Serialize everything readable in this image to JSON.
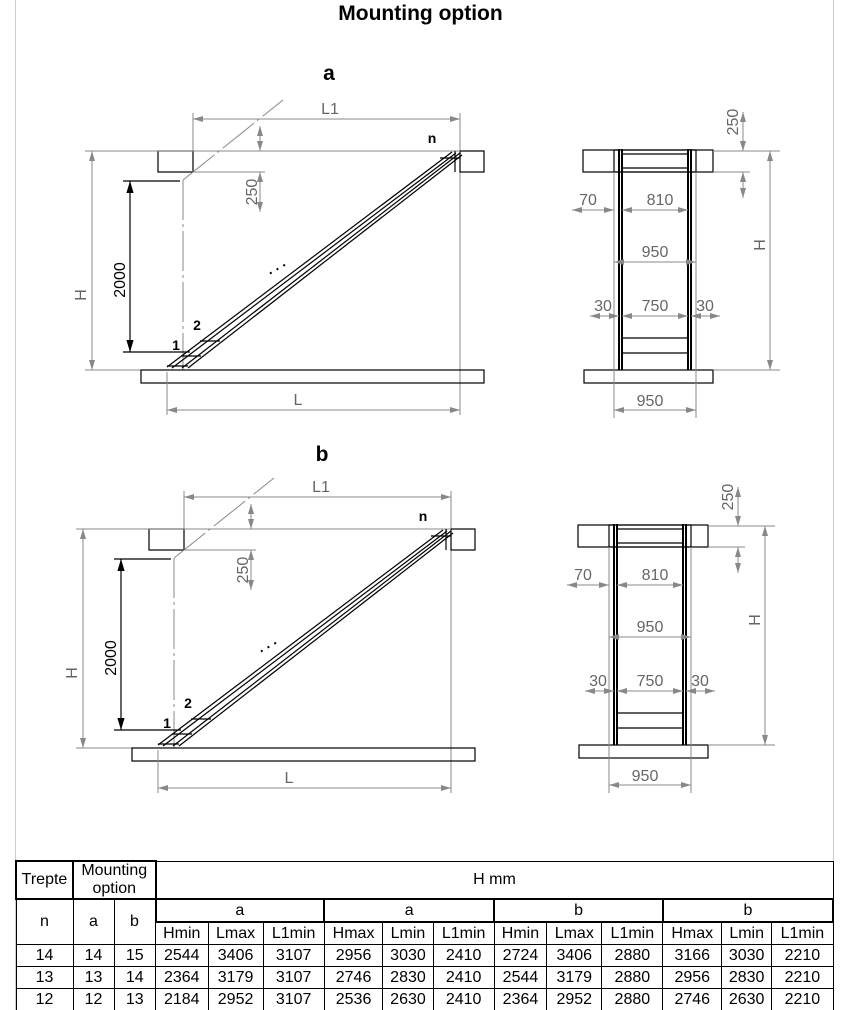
{
  "title": "Mounting option",
  "views": [
    {
      "label": "a",
      "L1": "L1",
      "L": "L",
      "H": "H",
      "d250": "250",
      "d2000": "2000",
      "step1": "1",
      "step2": "2",
      "stepn": "n",
      "dots": ". . .",
      "front": {
        "d250": "250",
        "H": "H",
        "d70": "70",
        "d810": "810",
        "d950": "950",
        "d30a": "30",
        "d750": "750",
        "d30b": "30",
        "d950b": "950"
      }
    },
    {
      "label": "b",
      "L1": "L1",
      "L": "L",
      "H": "H",
      "d250": "250",
      "d2000": "2000",
      "step1": "1",
      "step2": "2",
      "stepn": "n",
      "dots": ". . .",
      "front": {
        "d250": "250",
        "H": "H",
        "d70": "70",
        "d810": "810",
        "d950": "950",
        "d30a": "30",
        "d750": "750",
        "d30b": "30",
        "d950b": "950"
      }
    }
  ],
  "table": {
    "h_trepte": "Trepte",
    "h_mounting": "Mounting option",
    "h_hmm": "H mm",
    "h_n": "n",
    "h_a": "a",
    "h_b": "b",
    "groups": [
      "a",
      "a",
      "b",
      "b"
    ],
    "cols": [
      "Hmin",
      "Lmax",
      "L1min",
      "Hmax",
      "Lmin",
      "L1min",
      "Hmin",
      "Lmax",
      "L1min",
      "Hmax",
      "Lmin",
      "L1min"
    ],
    "rows": [
      [
        "14",
        "14",
        "15",
        "2544",
        "3406",
        "3107",
        "2956",
        "3030",
        "2410",
        "2724",
        "3406",
        "2880",
        "3166",
        "3030",
        "2210"
      ],
      [
        "13",
        "13",
        "14",
        "2364",
        "3179",
        "3107",
        "2746",
        "2830",
        "2410",
        "2544",
        "3179",
        "2880",
        "2956",
        "2830",
        "2210"
      ],
      [
        "12",
        "12",
        "13",
        "2184",
        "2952",
        "3107",
        "2536",
        "2630",
        "2410",
        "2364",
        "2952",
        "2880",
        "2746",
        "2630",
        "2210"
      ]
    ]
  }
}
